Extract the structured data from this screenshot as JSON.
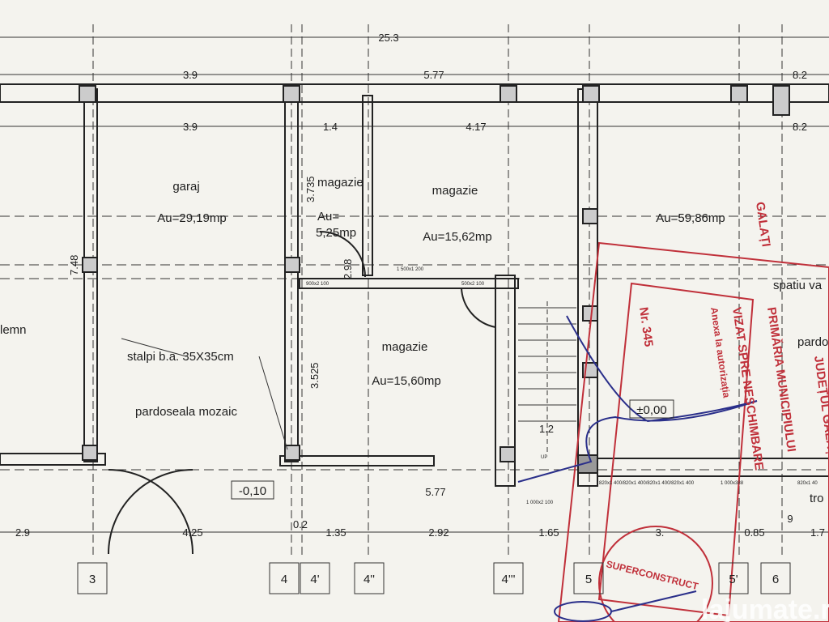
{
  "dimensions": {
    "overall_top": "25.3",
    "top_row": [
      "3.9",
      "5.77",
      "8.2"
    ],
    "second_row": [
      "3.9",
      "1.4",
      "4.17",
      "8.2"
    ],
    "vertical": [
      "7.48",
      "3.735",
      "2.98",
      "3.525"
    ],
    "stair_width": "1.2",
    "inner_bottom": "5.77",
    "bottom_row": [
      "2.9",
      "4.25",
      "0.2",
      "1.35",
      "2.92",
      "1.65",
      "3.",
      "0.85",
      "1.7"
    ],
    "nine": "9"
  },
  "rooms": {
    "lemn": "lemn",
    "garaj_name": "garaj",
    "garaj_area": "Au=29,19mp",
    "magazie_small_name": "magazie",
    "magazie_small_area_1": "Au=",
    "magazie_small_area_2": "5,25mp",
    "magazie_top_name": "magazie",
    "magazie_top_area": "Au=15,62mp",
    "magazie_bottom_name": "magazie",
    "magazie_bottom_area": "Au=15,60mp",
    "big_area": "Au=59,86mp",
    "spatiu": "spatiu va",
    "pardo": "pardo",
    "tro": "tro"
  },
  "notes": {
    "stalpi": "stalpi b.a. 35X35cm",
    "pardoseala": "pardoseala mozaic",
    "level_zero": "±0,00",
    "level_minus": "-0,10",
    "up": "UP"
  },
  "openings": {
    "w1": "900x2 100",
    "w2": "1 500x1 200",
    "w3": "500x2 100",
    "w4": "1 000x2 100",
    "w5": "820x1 400/820x1 400/820x1 400/820x1 400",
    "w6": "1 000x388",
    "w7": "820x1 40"
  },
  "axes": [
    "3",
    "4",
    "4'",
    "4''",
    "4'''",
    "5",
    "5'",
    "6"
  ],
  "stamp": {
    "line1": "JUDEȚUL GALAȚI",
    "line2": "PRIMĂRIA MUNICIPIULUI",
    "line3": "GALAȚI",
    "line4": "VIZAT SPRE NESCHIMBARE",
    "line5": "Anexa la autorizația",
    "line6": "Nr. 345",
    "line7": "SUPERCONSTRUCT"
  },
  "watermark": "lajumate.ro",
  "colors": {
    "paper": "#f4f3ee",
    "ink": "#1e1e1e",
    "stamp": "#c0303a",
    "pen": "#2a2f8a"
  }
}
